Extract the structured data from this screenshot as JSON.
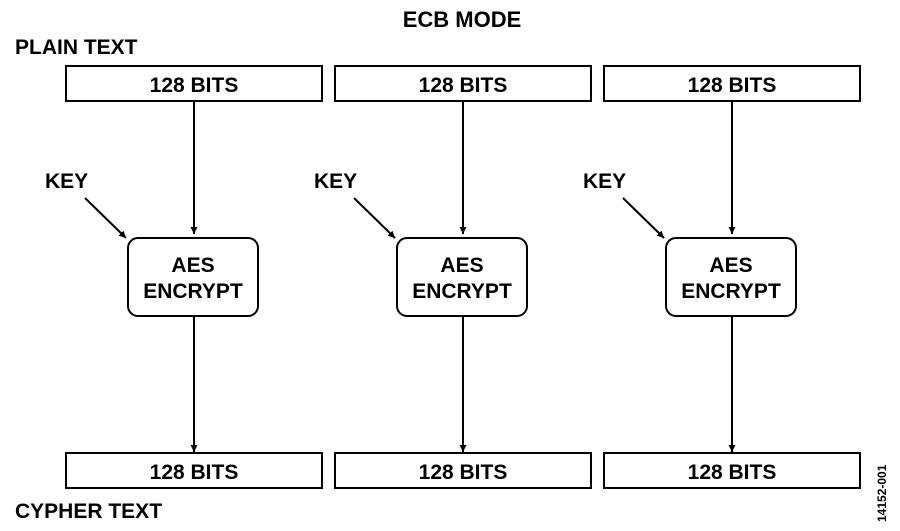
{
  "title": "ECB MODE",
  "labels": {
    "plain_text": "PLAIN TEXT",
    "cypher_text": "CYPHER TEXT",
    "figure_id": "14152-001"
  },
  "blocks": [
    {
      "input": "128 BITS",
      "key": "KEY",
      "cipher_line1": "AES",
      "cipher_line2": "ENCRYPT",
      "output": "128 BITS"
    },
    {
      "input": "128 BITS",
      "key": "KEY",
      "cipher_line1": "AES",
      "cipher_line2": "ENCRYPT",
      "output": "128 BITS"
    },
    {
      "input": "128 BITS",
      "key": "KEY",
      "cipher_line1": "AES",
      "cipher_line2": "ENCRYPT",
      "output": "128 BITS"
    }
  ]
}
